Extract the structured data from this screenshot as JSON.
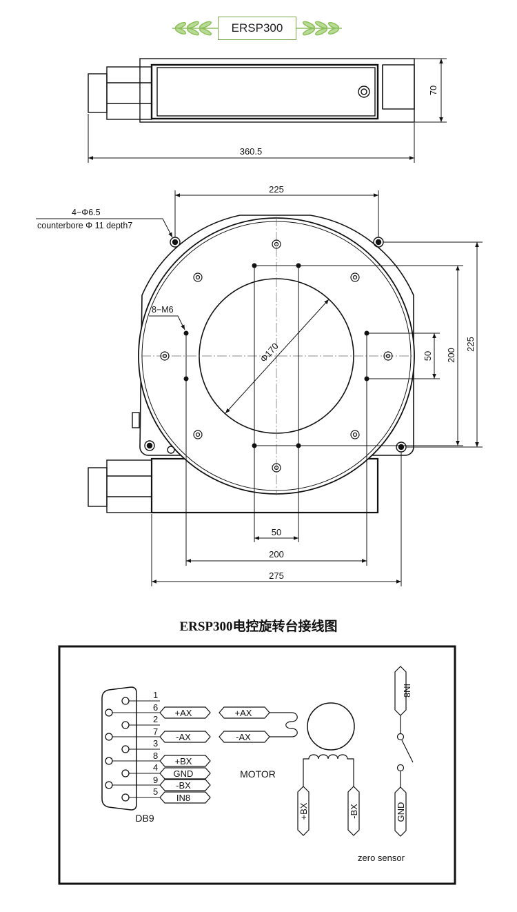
{
  "header": {
    "model_title": "ERSP300",
    "accent_color": "#8bbf5a"
  },
  "side_view": {
    "length_dim": "360.5",
    "height_dim": "70"
  },
  "top_view": {
    "mount_hole_note_line1": "4−Φ6.5",
    "mount_hole_note_line2": "counterbore Φ 11 depth7",
    "thread_note": "8−M6",
    "dim_top": "225",
    "dim_diameter": "Φ170",
    "dim_right_50": "50",
    "dim_right_200": "200",
    "dim_right_225": "225",
    "dim_bottom_50": "50",
    "dim_bottom_200": "200",
    "dim_bottom_275": "275"
  },
  "wiring": {
    "heading": "ERSP300电控旋转台接线图",
    "connector_label": "DB9",
    "pins": [
      "1",
      "6",
      "2",
      "7",
      "3",
      "8",
      "4",
      "9",
      "5"
    ],
    "signals": [
      "+AX",
      "-AX",
      "+BX",
      "GND",
      "-BX",
      "IN8"
    ],
    "motor_label": "MOTOR",
    "motor_signals": [
      "+AX",
      "-AX"
    ],
    "motor_leads": [
      "+BX",
      "-BX"
    ],
    "sensor_top": "IN8",
    "sensor_bottom": "GND",
    "sensor_label": "zero  sensor"
  }
}
